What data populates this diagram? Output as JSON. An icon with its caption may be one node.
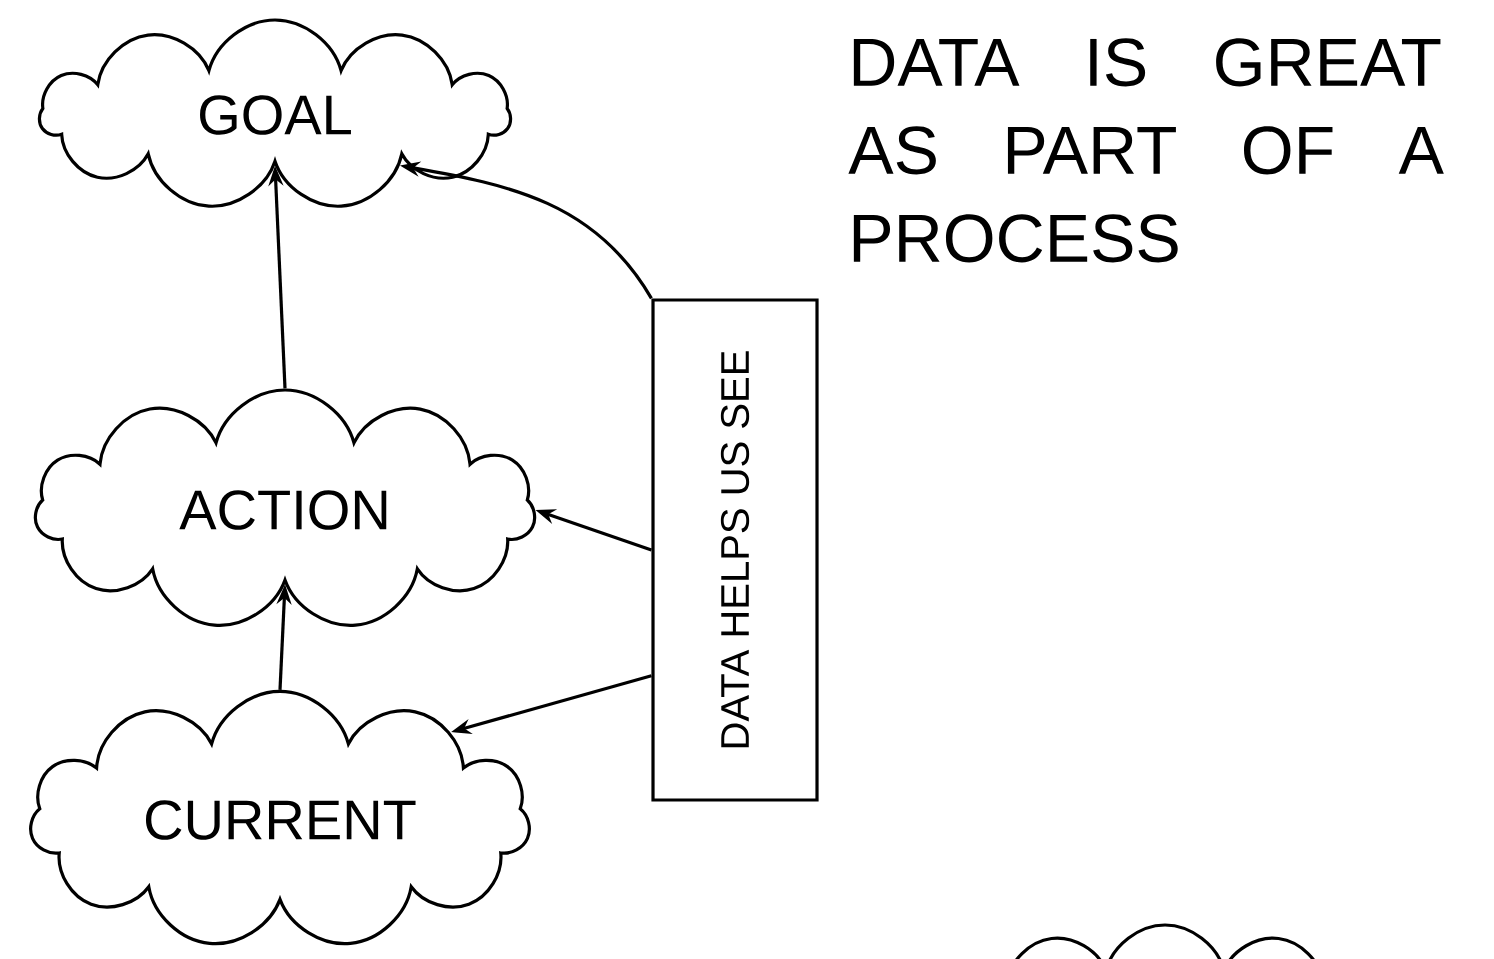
{
  "diagram": {
    "title": "DATA IS GREAT AS PART OF A PROCESS",
    "nodes": [
      {
        "text": [
          "GOAL"
        ]
      },
      {
        "text": [
          "ACTION"
        ]
      },
      {
        "text": [
          "CURRENT"
        ]
      },
      {
        "text": [
          "DATA HELPS US SEE"
        ]
      },
      {
        "text": [],
        "shape": "cloud"
      }
    ],
    "edges": [
      {
        "from": 2,
        "to": 1,
        "arrow": "to"
      },
      {
        "from": 1,
        "to": 0,
        "arrow": "to"
      },
      {
        "from": 3,
        "to": 0,
        "arrow": "to"
      },
      {
        "from": 3,
        "to": 1,
        "arrow": "to"
      },
      {
        "from": 3,
        "to": 2,
        "arrow": "to"
      }
    ]
  }
}
